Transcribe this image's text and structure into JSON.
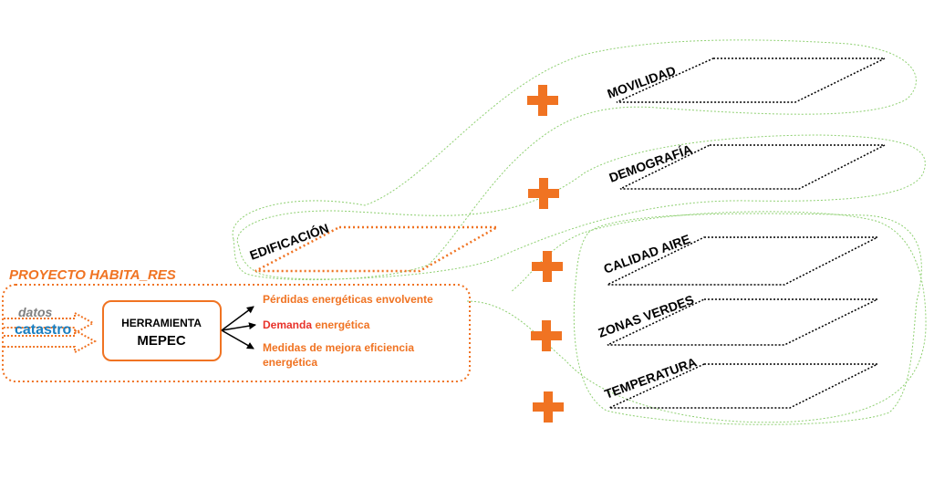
{
  "colors": {
    "orange": "#f07322",
    "red": "#e8322a",
    "blue": "#1a7fc1",
    "gray": "#7f7f7f",
    "green": "#8fd072",
    "black": "#000000"
  },
  "project": {
    "title_part1": "PROYECTO ",
    "title_part2": "HABITA_RES"
  },
  "inputs": {
    "datos": "datos",
    "catastro": "catastro"
  },
  "tool": {
    "line1": "HERRAMIENTA",
    "line2": "MEPEC"
  },
  "outputs": {
    "perdidas": "Pérdidas energéticas envolvente",
    "demanda_word": "Demanda",
    "demanda_rest": " energética",
    "medidas_line1": "Medidas de mejora eficiencia",
    "medidas_line2": "energética"
  },
  "layers": {
    "edificacion": "EDIFICACIÓN",
    "movilidad": "MOVILIDAD",
    "demografia": "DEMOGRAFÍA",
    "calidad_aire": "CALIDAD AIRE",
    "zonas_verdes": "ZONAS VERDES",
    "temperatura": "TEMPERATURA"
  },
  "icons": {
    "plus": "plus-icon",
    "arrow": "arrow-icon"
  }
}
